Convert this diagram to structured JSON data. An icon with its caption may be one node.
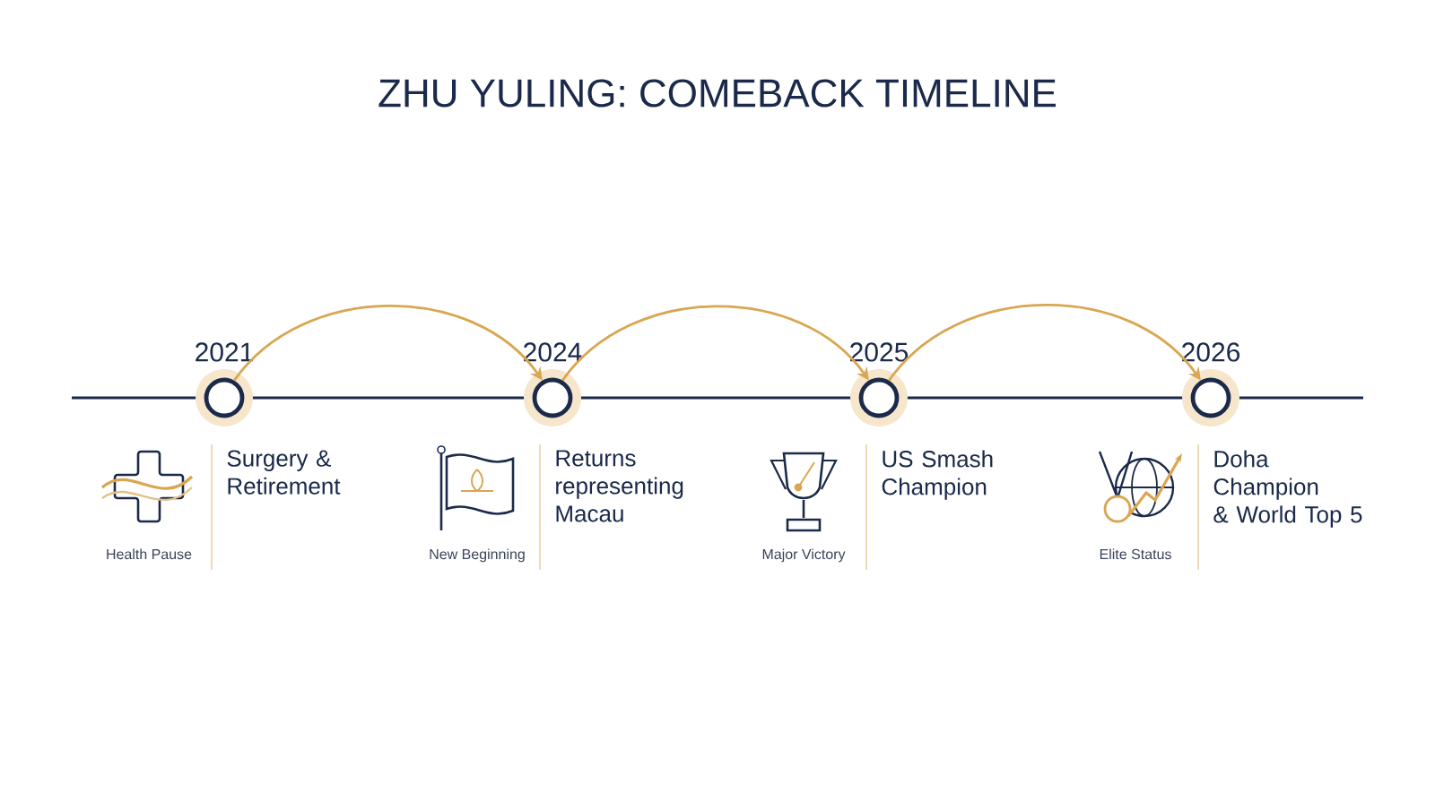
{
  "diagram": {
    "title": "ZHU YULING: COMEBACK TIMELINE",
    "nodes": [
      {
        "text": [],
        "shape": "circle",
        "beside": [
          "2021"
        ]
      },
      {
        "text": [],
        "shape": "circle",
        "beside": [
          "2024"
        ]
      },
      {
        "text": [],
        "shape": "circle",
        "beside": [
          "2025"
        ]
      },
      {
        "text": [],
        "shape": "circle",
        "beside": [
          "2026"
        ]
      }
    ],
    "edges": [
      {
        "from": 0,
        "to": 1,
        "arrow": "to"
      },
      {
        "from": 1,
        "to": 2,
        "arrow": "to"
      },
      {
        "from": 2,
        "to": 3,
        "arrow": "to"
      }
    ],
    "labels": [
      "Surgery & Retirement",
      "Health Pause",
      "Returns representing Macau",
      "New Beginning",
      "US Smash Champion",
      "Major Victory",
      "Doha Champion & World Top 5",
      "Elite Status"
    ]
  }
}
